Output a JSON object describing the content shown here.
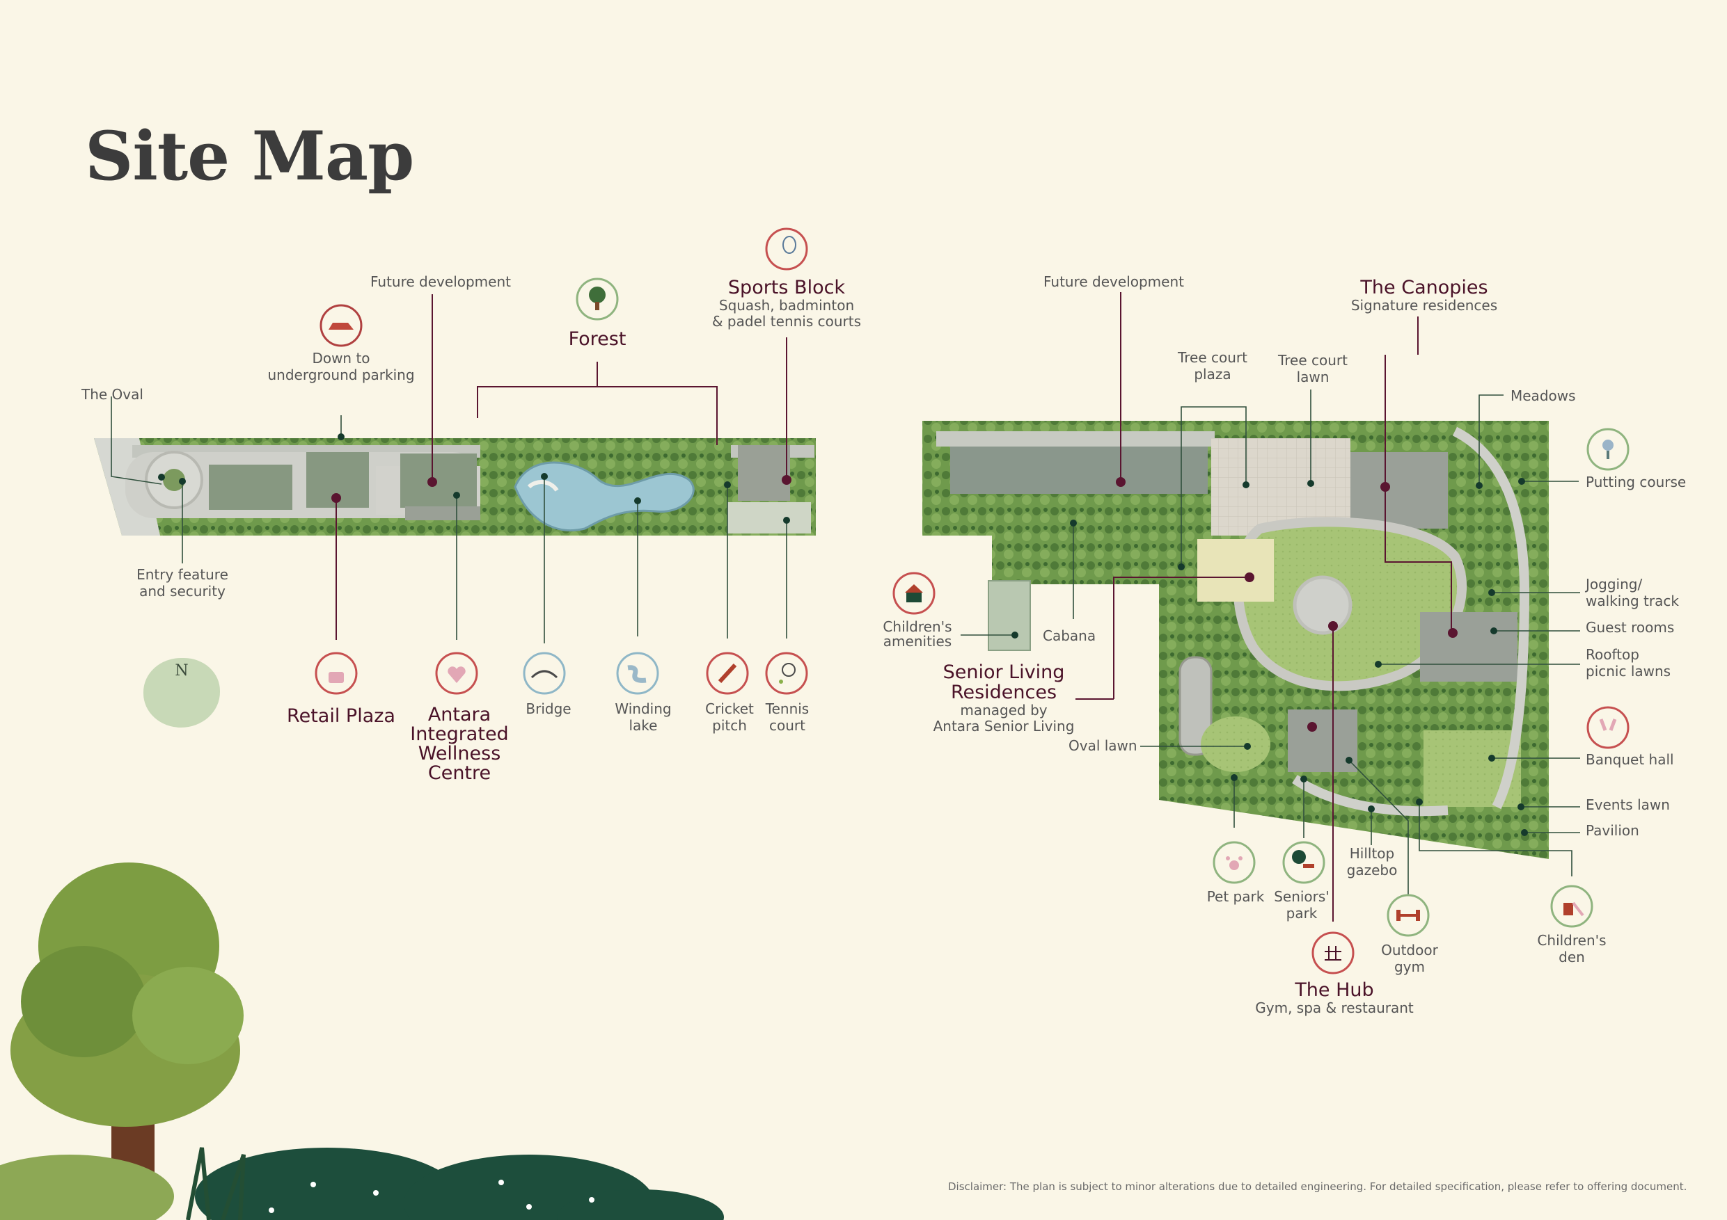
{
  "title": "Site Map",
  "disclaimer": "Disclaimer: The plan is subject to minor alterations due to detailed engineering. For detailed specification, please refer to offering document.",
  "compass": "N",
  "colors": {
    "background": "#faf6e7",
    "accent": "#6e1a3a",
    "leader": "#5a1530",
    "green": "#6e9a4e",
    "paving": "#d7d7d1"
  },
  "labels": {
    "the_oval": "The Oval",
    "entry": [
      "Entry feature",
      "and security"
    ],
    "parking": [
      "Down to",
      "underground parking"
    ],
    "future_dev_1": "Future development",
    "forest": "Forest",
    "sports_block": {
      "title": "Sports Block",
      "sub": [
        "Squash, badminton",
        "& padel tennis courts"
      ]
    },
    "future_dev_2": "Future development",
    "canopies": {
      "title": "The Canopies",
      "sub": "Signature residences"
    },
    "tree_court_plaza": [
      "Tree court",
      "plaza"
    ],
    "tree_court_lawn": [
      "Tree court",
      "lawn"
    ],
    "meadows": "Meadows",
    "putting": "Putting course",
    "jogging": [
      "Jogging/",
      "walking track"
    ],
    "guest_rooms": "Guest rooms",
    "rooftop": [
      "Rooftop",
      "picnic lawns"
    ],
    "banquet": "Banquet hall",
    "events_lawn": "Events lawn",
    "pavilion": "Pavilion",
    "childrens_den": [
      "Children's",
      "den"
    ],
    "retail": "Retail Plaza",
    "wellness": [
      "Antara",
      "Integrated",
      "Wellness",
      "Centre"
    ],
    "bridge": "Bridge",
    "winding_lake": [
      "Winding",
      "lake"
    ],
    "cricket": [
      "Cricket",
      "pitch"
    ],
    "tennis": [
      "Tennis",
      "court"
    ],
    "childrens_amenities": [
      "Children's",
      "amenities"
    ],
    "cabana": "Cabana",
    "senior_living": {
      "title": [
        "Senior Living",
        "Residences"
      ],
      "sub": [
        "managed by",
        "Antara Senior Living"
      ]
    },
    "oval_lawn": "Oval lawn",
    "pet_park": "Pet park",
    "seniors_park": [
      "Seniors'",
      "park"
    ],
    "hilltop": [
      "Hilltop",
      "gazebo"
    ],
    "outdoor_gym": [
      "Outdoor",
      "gym"
    ],
    "the_hub": {
      "title": "The Hub",
      "sub": "Gym, spa & restaurant"
    }
  },
  "icons": {
    "parking": "car-icon",
    "forest": "tree-icon",
    "sports": "racket-icon",
    "putting": "golf-icon",
    "retail": "shopping-bag-icon",
    "wellness": "heart-icon",
    "bridge": "bridge-icon",
    "lake": "lake-icon",
    "cricket": "cricket-bat-icon",
    "tennis": "tennis-racket-icon",
    "childrens_amenities": "playhouse-icon",
    "banquet": "glasses-icon",
    "pet_park": "paw-icon",
    "seniors_park": "bench-icon",
    "outdoor_gym": "dumbbell-icon",
    "hub": "hub-icon",
    "childrens_den": "slide-icon"
  }
}
